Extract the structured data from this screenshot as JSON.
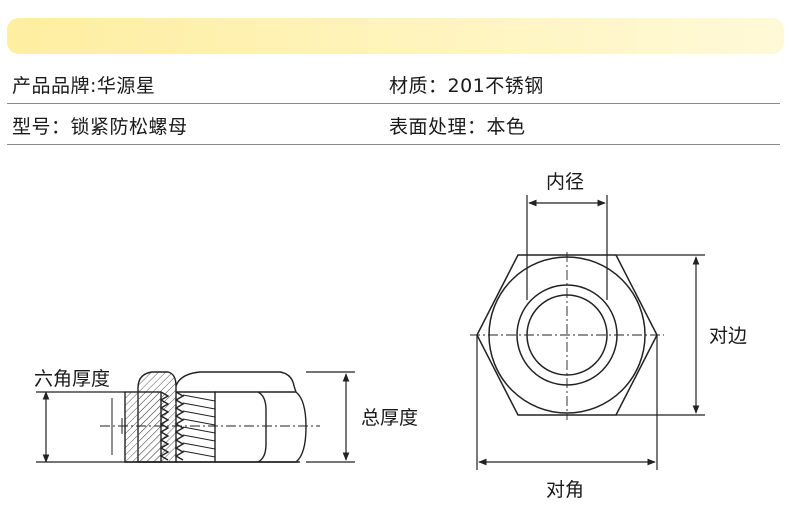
{
  "specs": {
    "brand": "产品品牌:华源星",
    "material": "材质：201不锈钢",
    "model": "型号：锁紧防松螺母",
    "finish": "表面处理：本色"
  },
  "labels": {
    "hex_thickness": "六角厚度",
    "total_thickness": "总厚度",
    "inner_diameter": "内径",
    "across_flats": "对边",
    "across_corners": "对角"
  }
}
